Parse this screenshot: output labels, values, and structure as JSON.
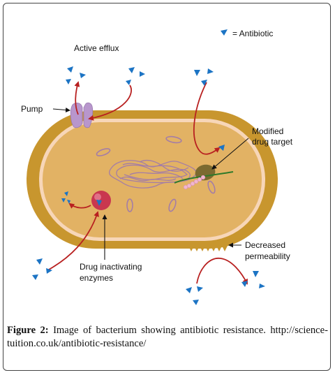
{
  "labels": {
    "legend_antibiotic": "= Antibiotic",
    "active_efflux": "Active efflux",
    "pump": "Pump",
    "modified_line1": "Modified",
    "modified_line2": "drug target",
    "drug_inactivating_line1": "Drug inactivating",
    "drug_inactivating_line2": "enzymes",
    "decreased_line1": "Decreased",
    "decreased_line2": "permeability"
  },
  "caption": {
    "figure_label": "Figure 2:",
    "text": " Image of bacterium showing antibiotic resistance. http://science-tuition.co.uk/antibiotic-resistance/"
  },
  "colors": {
    "cell_wall": "#c8962e",
    "cytoplasm": "#e2b264",
    "membrane": "#f7d6b8",
    "antibiotic": "#1c74c4",
    "arrow": "#b82020",
    "pump": "#b896cc",
    "enzyme": "#c9374f",
    "dna": "#a47da6",
    "target": "#7b6a30",
    "rna": "#2f7a2a",
    "ribosome": "#f1b6cf"
  }
}
